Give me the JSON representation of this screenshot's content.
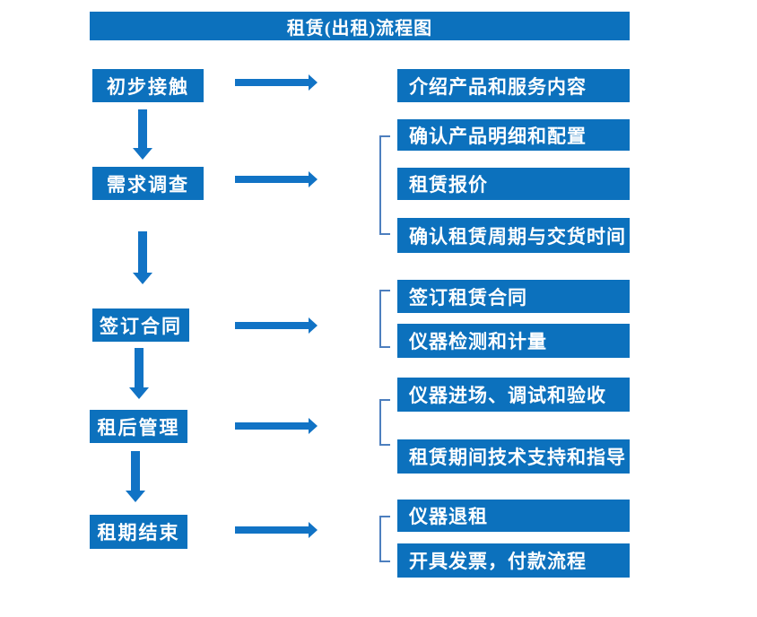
{
  "title": "租赁(出租)流程图",
  "colors": {
    "box_fill": "#0c71bd",
    "arrow": "#1173c5",
    "bracket": "#4d7fbe",
    "text_on_box": "#ffffff",
    "canvas_background": "#ffffff"
  },
  "steps": [
    {
      "label": "初步接触",
      "details": [
        "介绍产品和服务内容"
      ]
    },
    {
      "label": "需求调查",
      "details": [
        "确认产品明细和配置",
        "租赁报价",
        "确认租赁周期与交货时间"
      ]
    },
    {
      "label": "签订合同",
      "details": [
        "签订租赁合同",
        "仪器检测和计量"
      ]
    },
    {
      "label": "租后管理",
      "details": [
        "仪器进场、调试和验收",
        "租赁期间技术支持和指导"
      ]
    },
    {
      "label": "租期结束",
      "details": [
        "仪器退租",
        "开具发票，付款流程"
      ]
    }
  ]
}
